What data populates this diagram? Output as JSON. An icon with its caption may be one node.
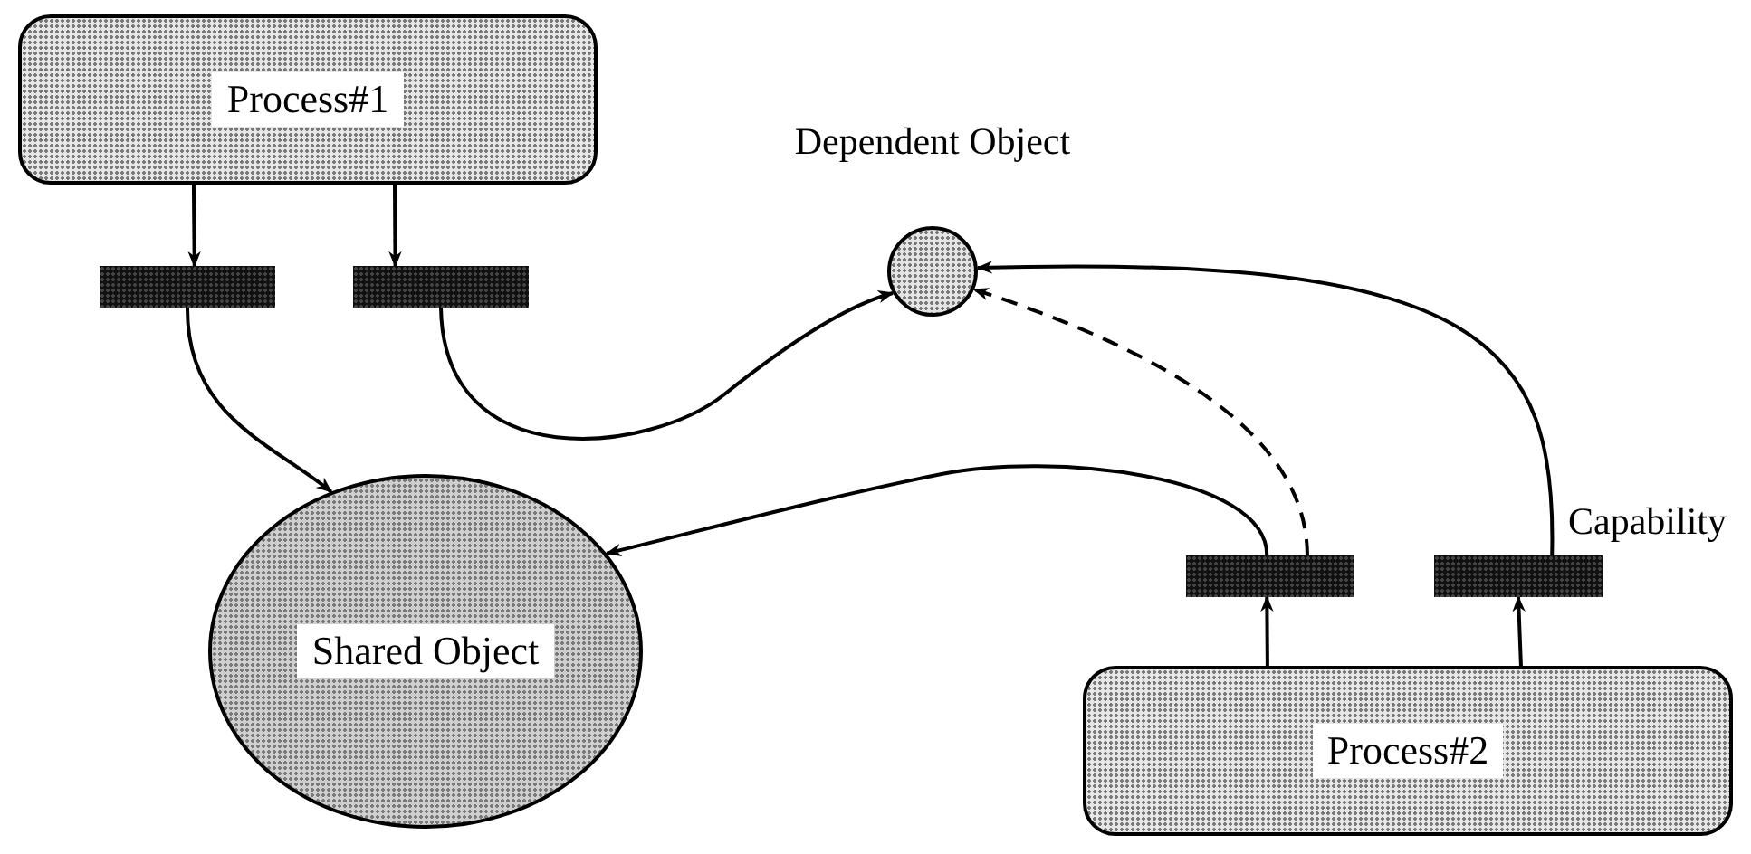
{
  "diagram": {
    "nodes": [
      {
        "text": [
          "Process#1"
        ]
      },
      {
        "text": [],
        "shape": "bar"
      },
      {
        "text": [],
        "shape": "bar"
      },
      {
        "text": [
          "Dependent Object"
        ]
      },
      {
        "text": [
          "Shared Object"
        ]
      },
      {
        "text": [],
        "shape": "bar"
      },
      {
        "text": [],
        "shape": "bar",
        "beside": [
          "Capability"
        ]
      },
      {
        "text": [
          "Process#2"
        ]
      }
    ],
    "edges": [
      {
        "from": 0,
        "to": 1,
        "arrow": "to"
      },
      {
        "from": 0,
        "to": 2,
        "arrow": "to"
      },
      {
        "from": 1,
        "to": 4,
        "arrow": "to"
      },
      {
        "from": 2,
        "to": 3,
        "arrow": "to"
      },
      {
        "from": 5,
        "to": 4,
        "arrow": "to"
      },
      {
        "from": 5,
        "to": 3,
        "arrow": "to",
        "style": "dashed"
      },
      {
        "from": 6,
        "to": 3,
        "arrow": "to"
      },
      {
        "from": 7,
        "to": 5,
        "arrow": "to"
      },
      {
        "from": 7,
        "to": 6,
        "arrow": "to"
      }
    ]
  }
}
